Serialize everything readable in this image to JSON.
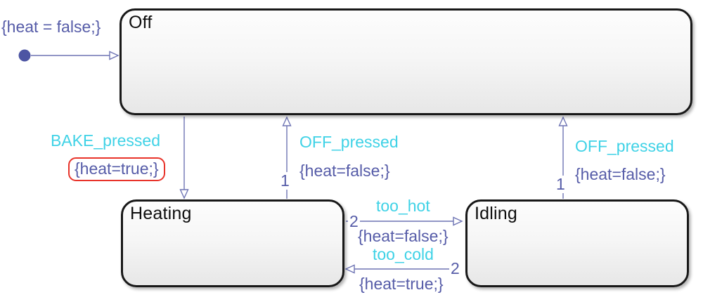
{
  "diagram": {
    "type": "stateflow-state-machine",
    "states": [
      {
        "id": "off",
        "label": "Off"
      },
      {
        "id": "heating",
        "label": "Heating"
      },
      {
        "id": "idling",
        "label": "Idling"
      }
    ],
    "transitions": {
      "initial": {
        "from": "start",
        "to": "off",
        "action": "{heat = false;}"
      },
      "bake": {
        "from": "off",
        "to": "heating",
        "event": "BAKE_pressed",
        "action": "{heat=true;}",
        "action_highlighted": true
      },
      "heating_to_off": {
        "from": "heating",
        "to": "off",
        "order": "1",
        "event": "OFF_pressed",
        "action": "{heat=false;}"
      },
      "idling_to_off": {
        "from": "idling",
        "to": "off",
        "order": "1",
        "event": "OFF_pressed",
        "action": "{heat=false;}"
      },
      "too_hot": {
        "from": "heating",
        "to": "idling",
        "order": "2",
        "event": "too_hot",
        "action": "{heat=false;}"
      },
      "too_cold": {
        "from": "idling",
        "to": "heating",
        "order": "2",
        "event": "too_cold",
        "action": "{heat=true;}"
      }
    },
    "colors": {
      "event_text": "#3fd2e6",
      "action_text": "#565ca8",
      "wire": "#6e74b4",
      "state_border": "#181818",
      "highlight": "#e8332a",
      "initial_dot": "#4d55a3",
      "background": "#ffffff"
    }
  }
}
